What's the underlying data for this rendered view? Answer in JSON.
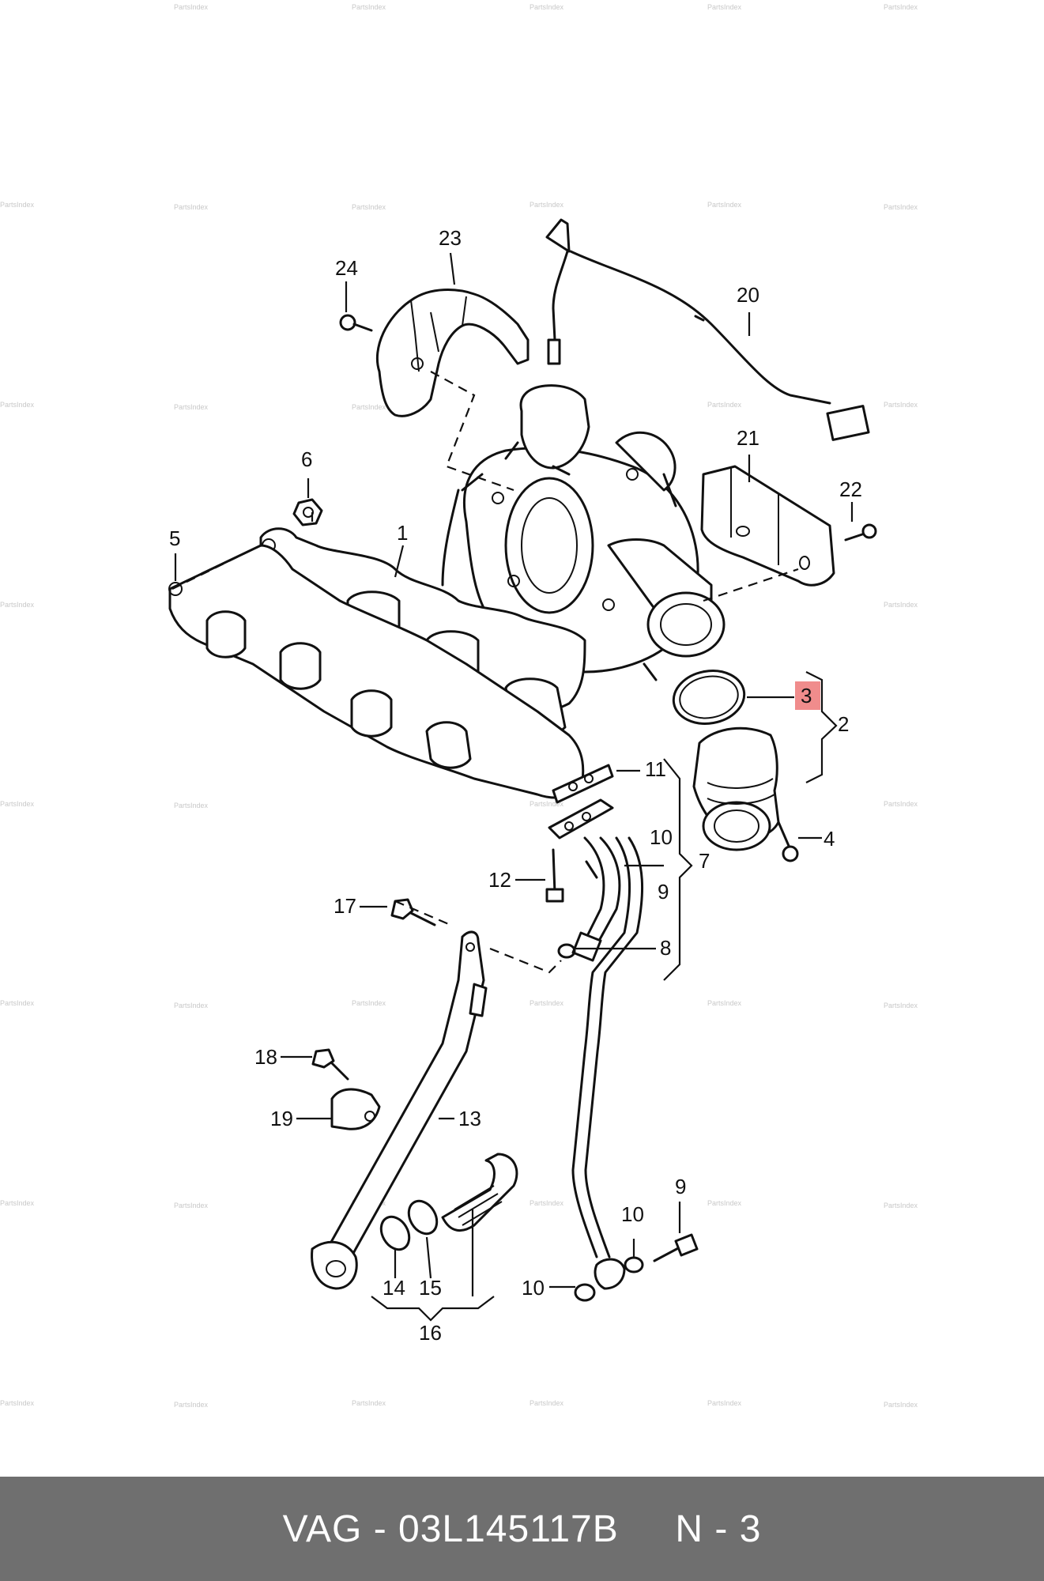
{
  "watermark": "PartsIndex",
  "callouts": {
    "c1": "1",
    "c2": "2",
    "c3": "3",
    "c4": "4",
    "c5": "5",
    "c6": "6",
    "c7": "7",
    "c8": "8",
    "c9a": "9",
    "c9b": "9",
    "c10a": "10",
    "c10b": "10",
    "c10c": "10",
    "c11": "11",
    "c12": "12",
    "c13": "13",
    "c14": "14",
    "c15": "15",
    "c16": "16",
    "c17": "17",
    "c18": "18",
    "c19": "19",
    "c20": "20",
    "c21": "21",
    "c22": "22",
    "c23": "23",
    "c24": "24"
  },
  "highlight_color": "#f08c8c",
  "footer": {
    "text": "VAG - 03L145117B     N - 3",
    "background": "#6f6f6f"
  }
}
